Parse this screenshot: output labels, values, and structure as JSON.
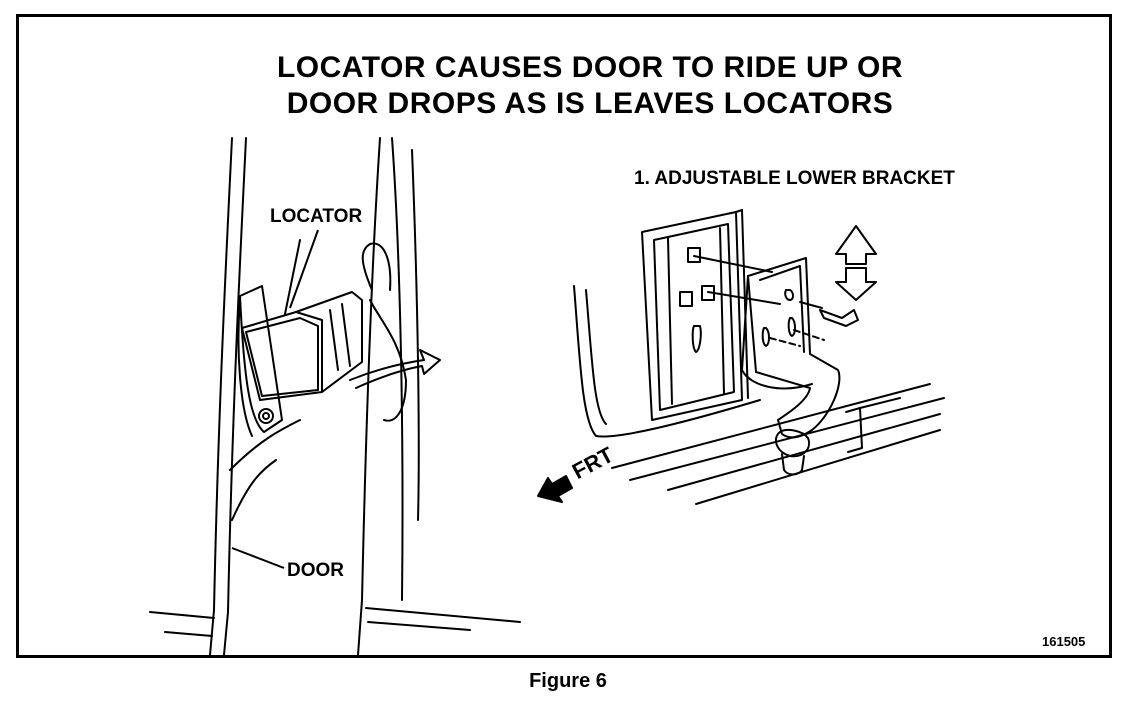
{
  "title_line1": "LOCATOR CAUSES DOOR TO RIDE UP OR",
  "title_line2": "DOOR DROPS AS IS LEAVES LOCATORS",
  "callouts": {
    "bracket": "1.  ADJUSTABLE LOWER BRACKET",
    "locator": "LOCATOR",
    "door": "DOOR",
    "front": "FRT"
  },
  "figure_number": "161505",
  "caption": "Figure 6",
  "colors": {
    "ink": "#000000",
    "paper": "#ffffff"
  }
}
